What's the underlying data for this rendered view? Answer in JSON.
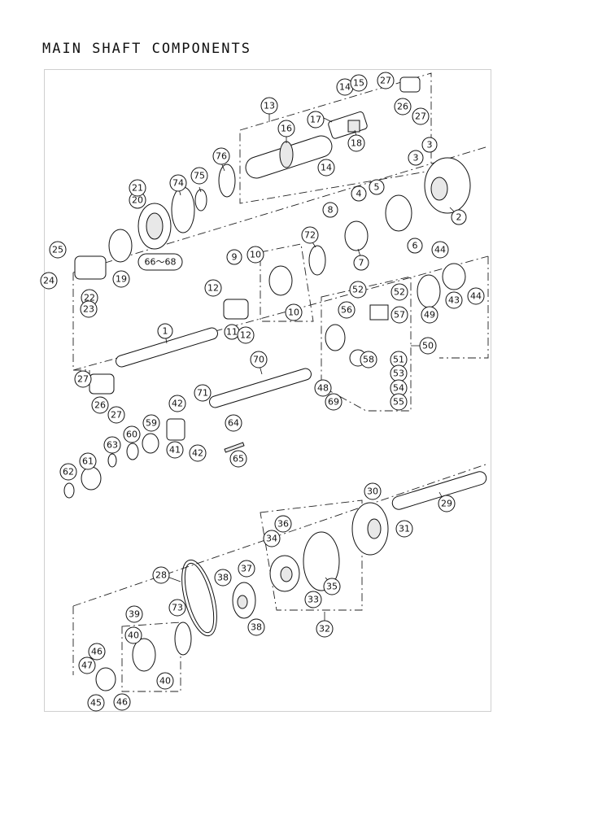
{
  "page": {
    "title": "MAIN SHAFT COMPONENTS"
  },
  "callouts": {
    "p1": "1",
    "p2": "2",
    "p3a": "3",
    "p3b": "3",
    "p4": "4",
    "p5": "5",
    "p6": "6",
    "p7": "7",
    "p8": "8",
    "p9": "9",
    "p10a": "10",
    "p10b": "10",
    "p11": "11",
    "p12a": "12",
    "p12b": "12",
    "p13": "13",
    "p14a": "14",
    "p14b": "14",
    "p15": "15",
    "p16": "16",
    "p17": "17",
    "p18": "18",
    "p19": "19",
    "p20": "20",
    "p21": "21",
    "p22": "22",
    "p23": "23",
    "p24": "24",
    "p25": "25",
    "p26a": "26",
    "p26b": "26",
    "p27a": "27",
    "p27b": "27",
    "p27c": "27",
    "p27d": "27",
    "p28": "28",
    "p29": "29",
    "p30": "30",
    "p31": "31",
    "p32": "32",
    "p33": "33",
    "p34": "34",
    "p35": "35",
    "p36": "36",
    "p37": "37",
    "p38a": "38",
    "p38b": "38",
    "p39": "39",
    "p40a": "40",
    "p40b": "40",
    "p41": "41",
    "p42a": "42",
    "p42b": "42",
    "p43": "43",
    "p44a": "44",
    "p44b": "44",
    "p45": "45",
    "p46a": "46",
    "p46b": "46",
    "p47": "47",
    "p48": "48",
    "p49": "49",
    "p50": "50",
    "p51": "51",
    "p52a": "52",
    "p52b": "52",
    "p53": "53",
    "p54": "54",
    "p55": "55",
    "p56": "56",
    "p57": "57",
    "p58": "58",
    "p59": "59",
    "p60": "60",
    "p61": "61",
    "p62": "62",
    "p63": "63",
    "p64": "64",
    "p65": "65",
    "p66": "66～68",
    "p69": "69",
    "p70": "70",
    "p71": "71",
    "p72": "72",
    "p73": "73",
    "p74": "74",
    "p75": "75",
    "p76": "76"
  }
}
